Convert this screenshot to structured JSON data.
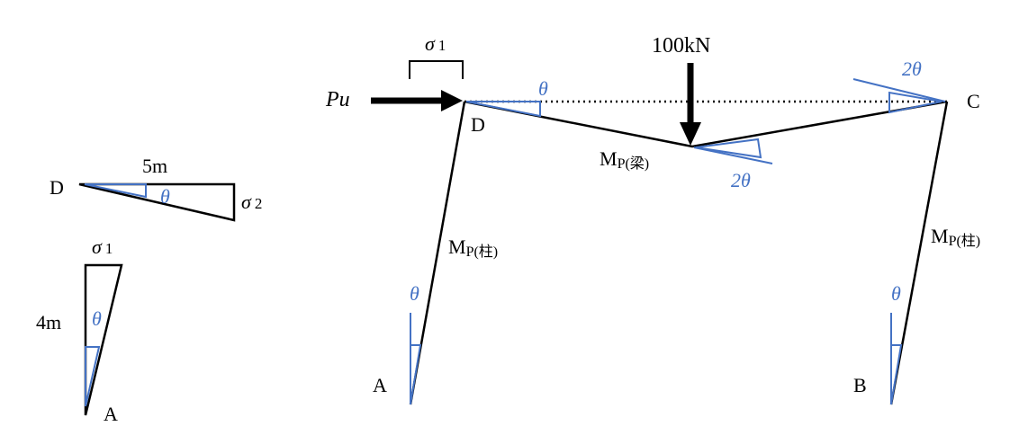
{
  "colors": {
    "black": "#000000",
    "blue": "#4472c4"
  },
  "small_diagram_beam": {
    "node": "D",
    "length": "5m",
    "angle": "θ",
    "displacement": "σ",
    "displacement_sub": "2"
  },
  "small_diagram_column": {
    "node": "A",
    "height": "4m",
    "angle": "θ",
    "displacement": "σ",
    "displacement_sub": "1"
  },
  "frame": {
    "nodes": {
      "A": "A",
      "B": "B",
      "C": "C",
      "D": "D"
    },
    "load_horizontal": "Pu",
    "load_vertical": "100kN",
    "sway": "σ",
    "sway_sub": "1",
    "angle_column_left": "θ",
    "angle_column_right": "θ",
    "angle_beam_d": "θ",
    "angle_beam_mid": "2θ",
    "angle_beam_c": "2θ",
    "moment_beam": {
      "main": "M",
      "sub": "P(梁)"
    },
    "moment_column_left": {
      "main": "M",
      "sub": "P(柱)"
    },
    "moment_column_right": {
      "main": "M",
      "sub": "P(柱)"
    }
  }
}
